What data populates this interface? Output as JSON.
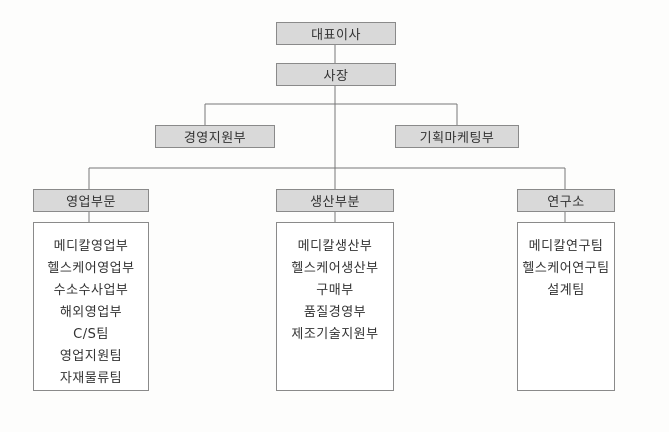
{
  "org": {
    "ceo": "대표이사",
    "president": "사장",
    "staff": [
      "경영지원부",
      "기획마케팅부"
    ],
    "divisions": [
      {
        "name": "영업부문",
        "units": [
          "메디칼영업부",
          "헬스케어영업부",
          "수소수사업부",
          "해외영업부",
          "C/S팀",
          "영업지원팀",
          "자재물류팀"
        ]
      },
      {
        "name": "생산부분",
        "units": [
          "메디칼생산부",
          "헬스케어생산부",
          "구매부",
          "품질경영부",
          "제조기술지원부"
        ]
      },
      {
        "name": "연구소",
        "units": [
          "메디칼연구팀",
          "헬스케어연구팀",
          "설계팀"
        ]
      }
    ]
  },
  "colors": {
    "box_fill": "#d9d9d9",
    "border": "#8a8a8a",
    "line": "#777777",
    "text": "#333333"
  }
}
